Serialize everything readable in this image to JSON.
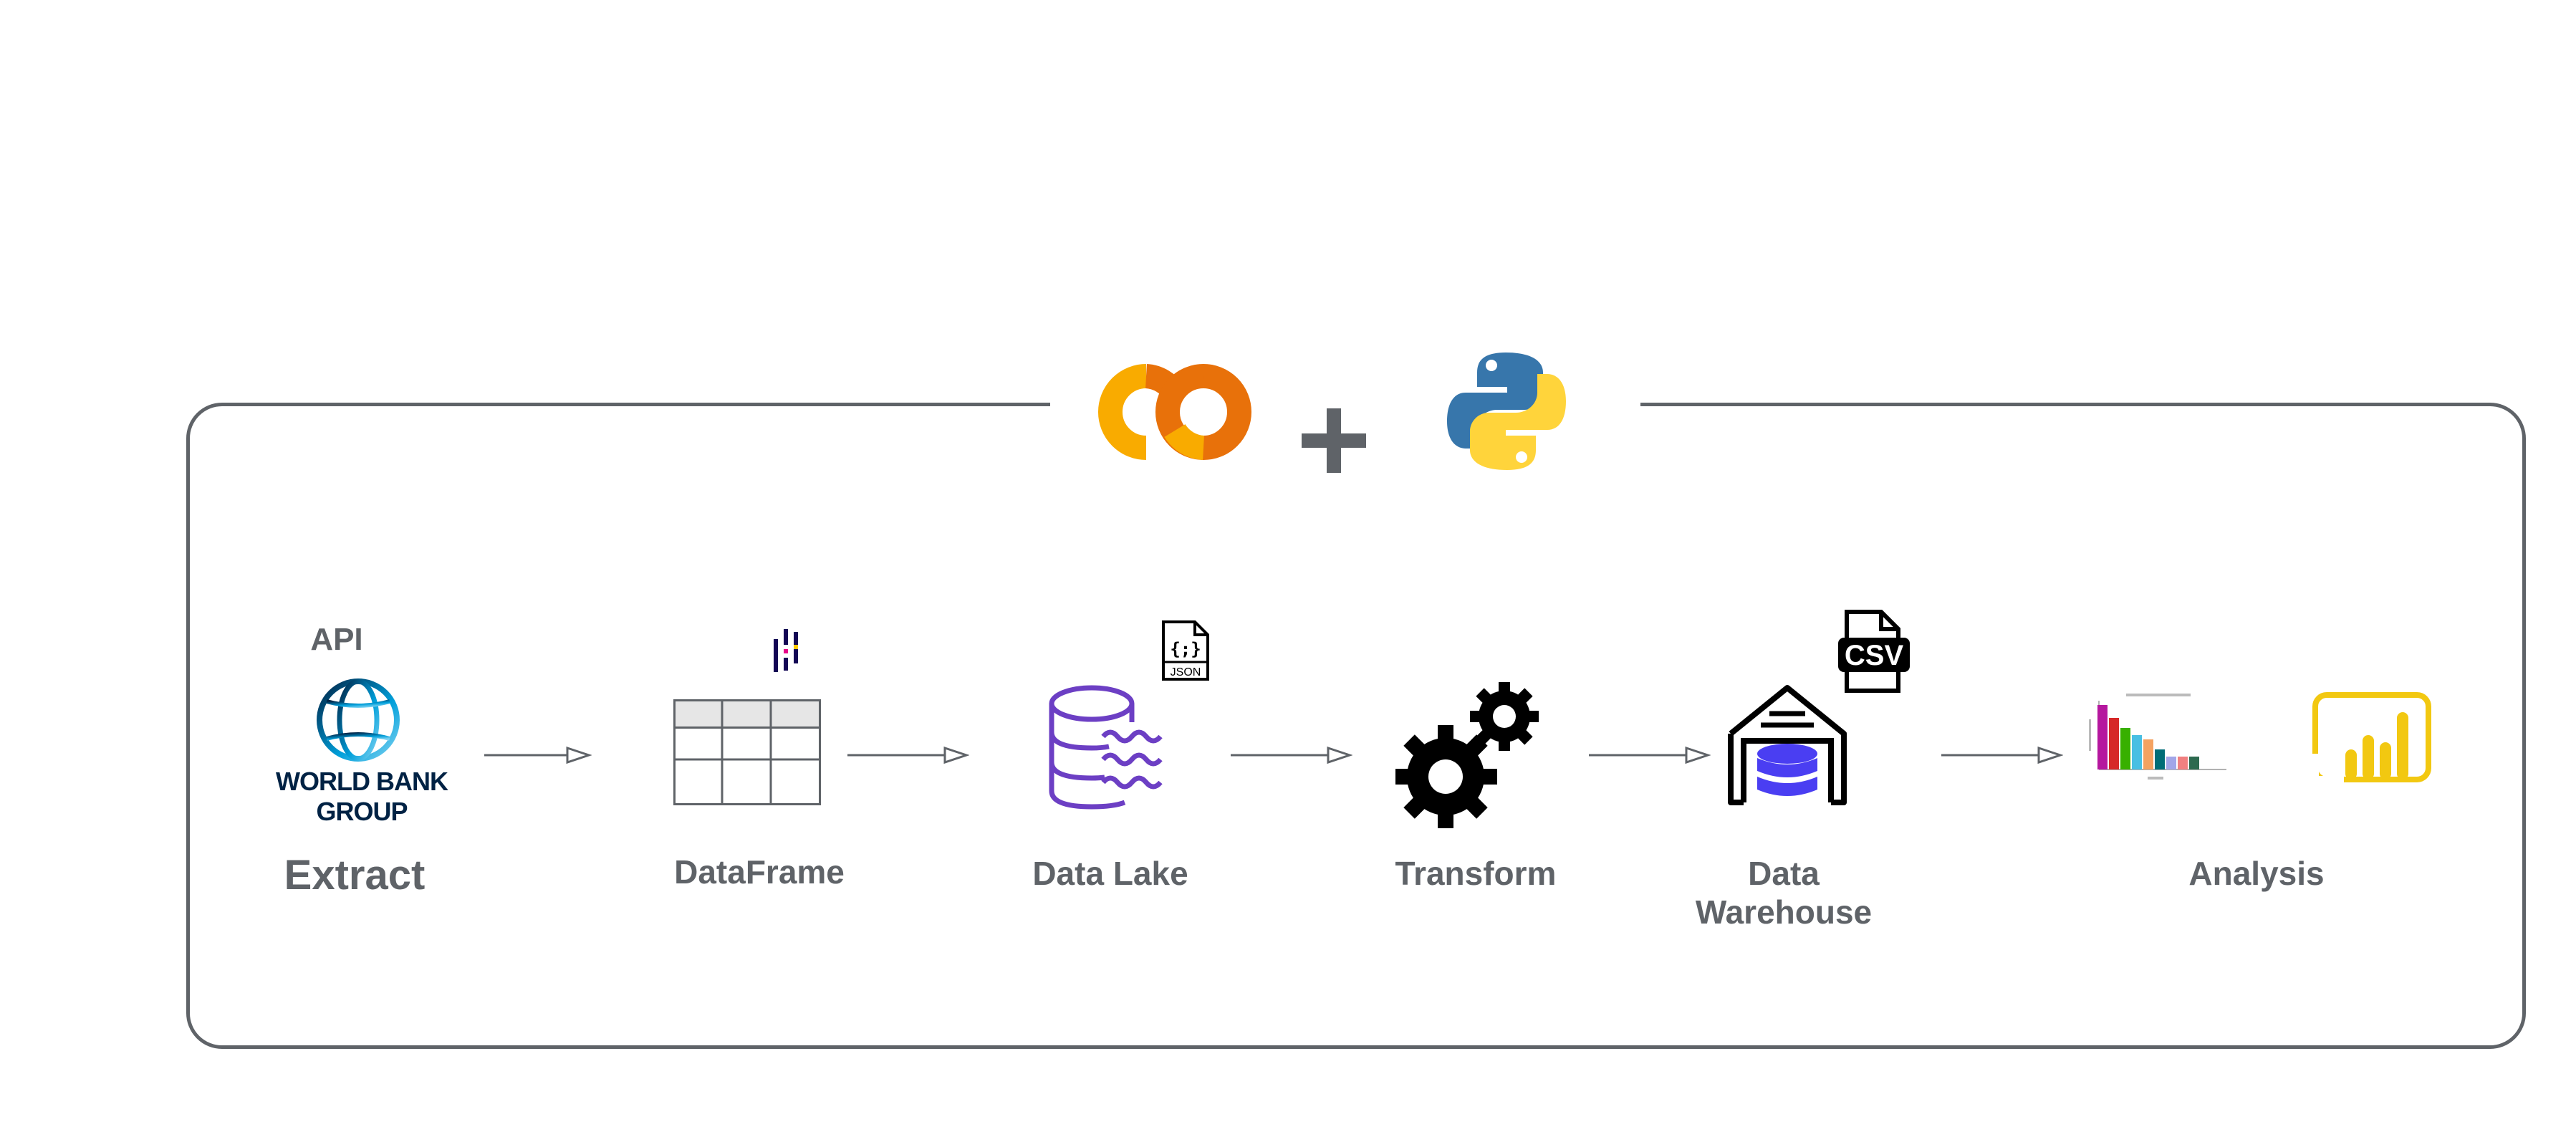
{
  "header": {
    "colab_icon": "google-colab-icon",
    "plus_symbol": "+",
    "python_icon": "python-icon"
  },
  "stages": {
    "extract": {
      "badge": "API",
      "logo_icon": "world-bank-globe-icon",
      "logo_text": "WORLD BANK GROUP",
      "label": "Extract"
    },
    "dataframe": {
      "badge_icon": "pandas-icon",
      "icon": "table-grid-icon",
      "label": "DataFrame"
    },
    "data_lake": {
      "badge_icon": "json-file-icon",
      "badge_text": "JSON",
      "icon": "database-lake-icon",
      "label": "Data Lake"
    },
    "transform": {
      "icon": "gears-icon",
      "label": "Transform"
    },
    "data_warehouse": {
      "badge_icon": "csv-file-icon",
      "badge_text": "CSV",
      "icon": "warehouse-database-icon",
      "label_line1": "Data",
      "label_line2": "Warehouse"
    },
    "analysis": {
      "chart_icon": "bar-chart-thumbnail-icon",
      "powerbi_icon": "power-bi-icon",
      "label": "Analysis"
    }
  },
  "colors": {
    "frame": "#5f6368",
    "colab_yellow": "#f9ab00",
    "colab_orange": "#e8710a",
    "python_blue": "#3776ab",
    "python_yellow": "#ffd43b",
    "worldbank_navy": "#002244",
    "worldbank_blue": "#009fda",
    "lake_purple": "#6c3fc4",
    "warehouse_blue": "#4a3ef2",
    "powerbi_yellow": "#f2c811"
  }
}
